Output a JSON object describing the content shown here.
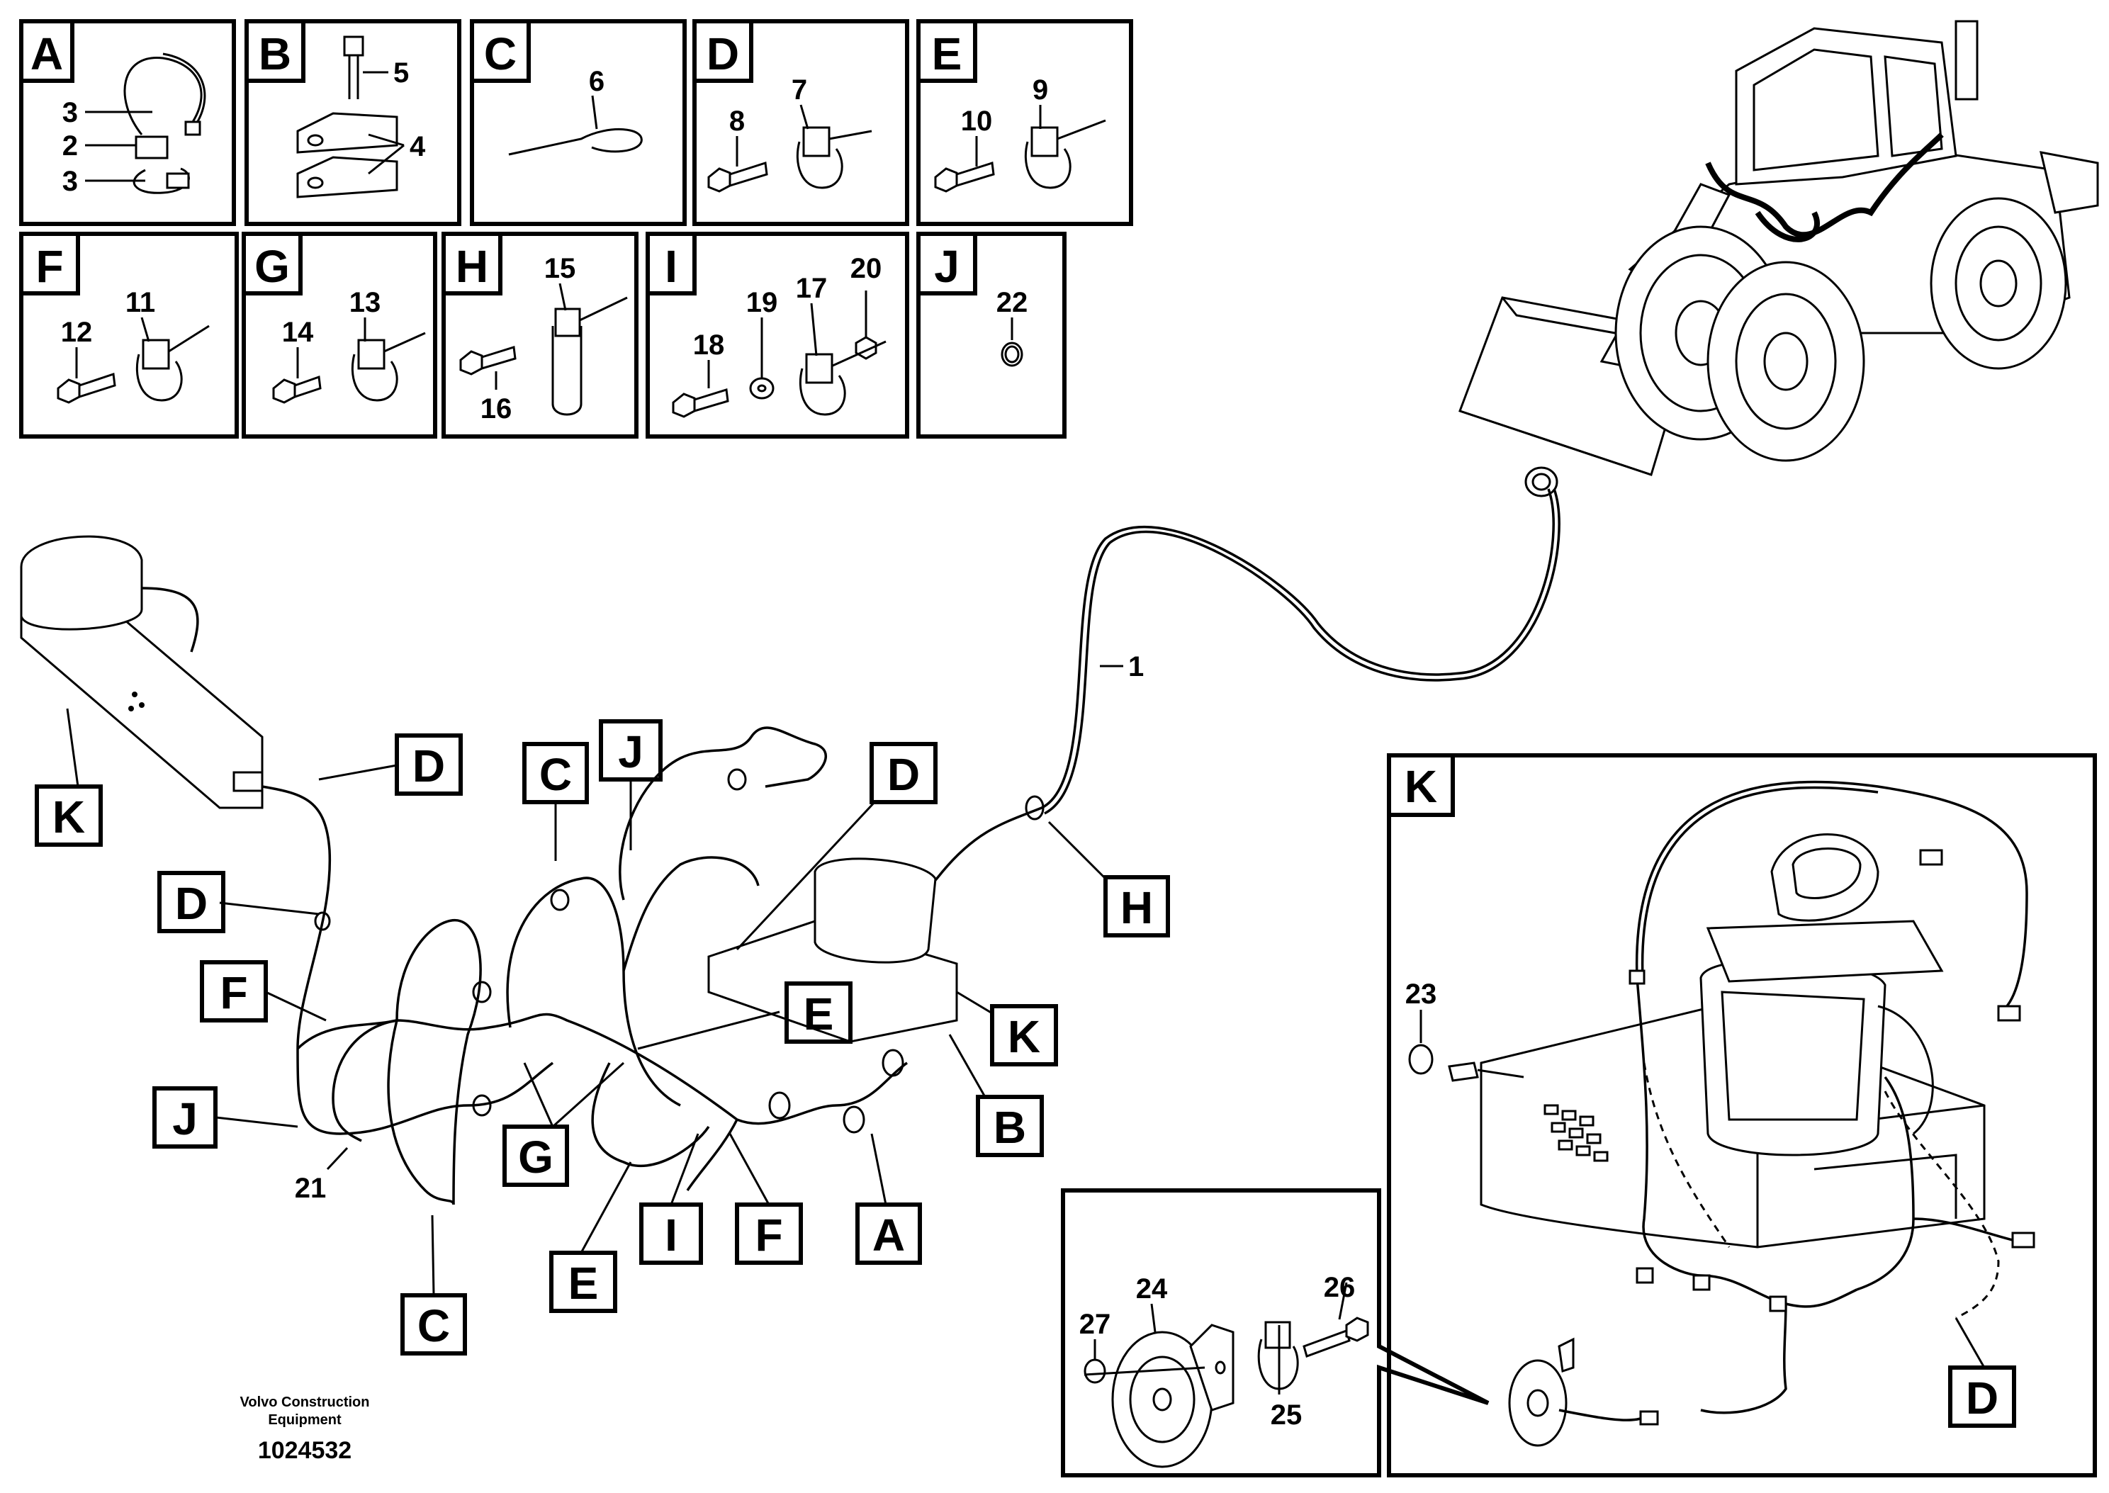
{
  "panels": [
    {
      "letter": "A",
      "parts": [
        "3",
        "2",
        "3"
      ]
    },
    {
      "letter": "B",
      "parts": [
        "5",
        "4"
      ]
    },
    {
      "letter": "C",
      "parts": [
        "6"
      ]
    },
    {
      "letter": "D",
      "parts": [
        "8",
        "7"
      ]
    },
    {
      "letter": "E",
      "parts": [
        "10",
        "9"
      ]
    },
    {
      "letter": "F",
      "parts": [
        "12",
        "11"
      ]
    },
    {
      "letter": "G",
      "parts": [
        "14",
        "13"
      ]
    },
    {
      "letter": "H",
      "parts": [
        "15",
        "16"
      ]
    },
    {
      "letter": "I",
      "parts": [
        "18",
        "19",
        "17",
        "20"
      ]
    },
    {
      "letter": "J",
      "parts": [
        "22"
      ]
    }
  ],
  "main_part_number": "1",
  "part_21": "21",
  "callouts": [
    "K",
    "D",
    "D",
    "C",
    "J",
    "D",
    "H",
    "F",
    "E",
    "K",
    "B",
    "J",
    "G",
    "E",
    "I",
    "F",
    "A",
    "C"
  ],
  "detail_k": {
    "letter": "K",
    "part": "23",
    "letter_d": "D"
  },
  "horn_detail": {
    "parts": [
      "27",
      "24",
      "26",
      "25"
    ]
  },
  "footer": {
    "brand_line1": "Volvo Construction",
    "brand_line2": "Equipment",
    "drawing_number": "1024532"
  }
}
